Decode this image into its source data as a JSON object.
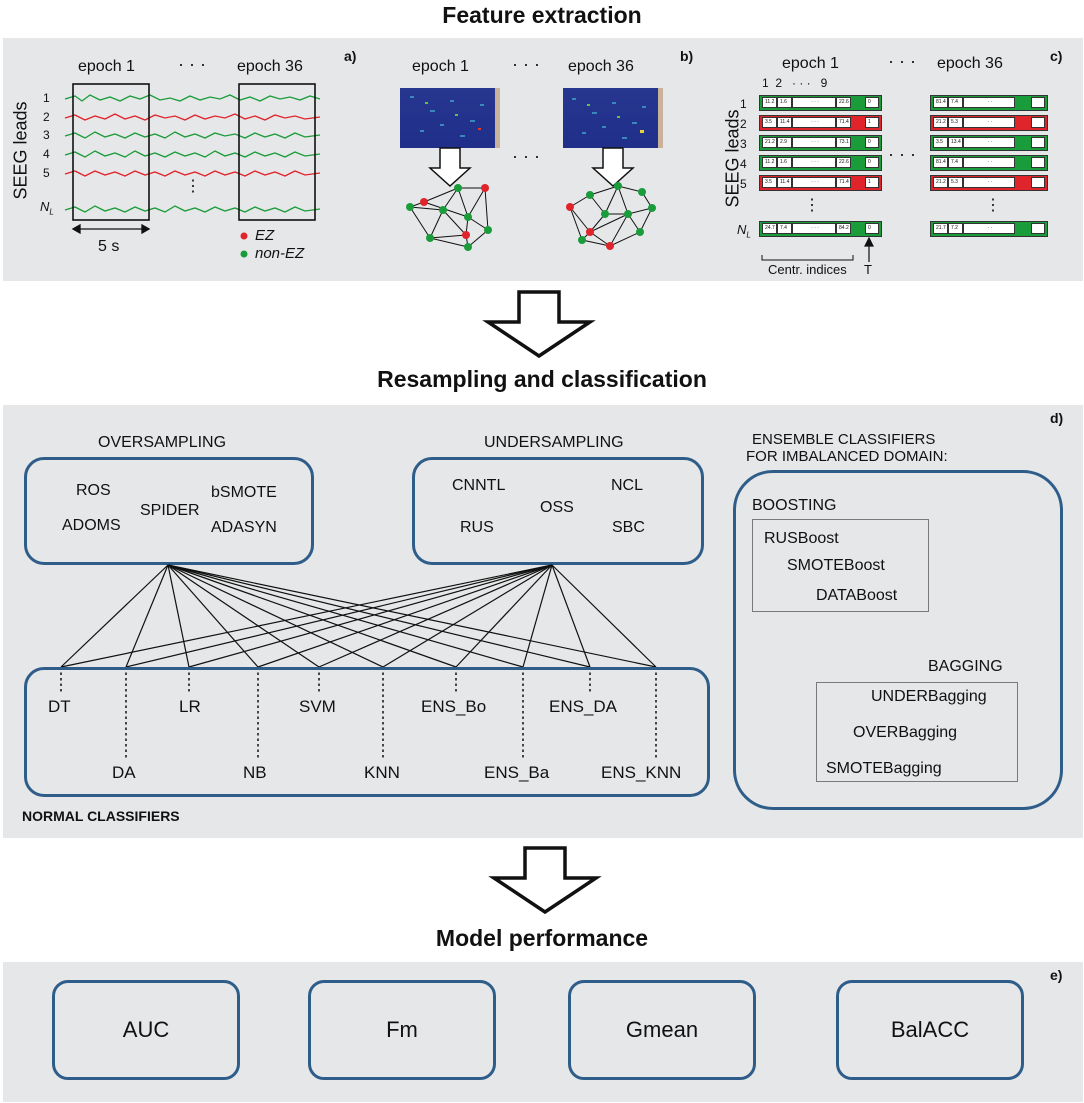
{
  "titles": {
    "feature": "Feature extraction",
    "resampling": "Resampling and classification",
    "performance": "Model performance"
  },
  "panel_a": {
    "label": "a)",
    "epoch_first": "epoch 1",
    "epoch_last": "epoch 36",
    "dots": "· · ·",
    "ylabel": "SEEG leads",
    "leads": [
      "1",
      "2",
      "3",
      "4",
      "5"
    ],
    "vdots": "⋮",
    "nl": "N",
    "nl_sub": "L",
    "duration": "5 s",
    "legend_ez": "EZ",
    "legend_nonez": "non-EZ",
    "colors": {
      "ez": "#e0242b",
      "nonez": "#1a9c3a"
    }
  },
  "panel_b": {
    "label": "b)",
    "epoch_first": "epoch 1",
    "epoch_last": "epoch 36",
    "dots": "· · ·"
  },
  "panel_c": {
    "label": "c)",
    "epoch_first": "epoch 1",
    "epoch_last": "epoch 36",
    "dots": "· · ·",
    "col_idx": "1  2   · · ·   9",
    "ylabel": "SEEG leads",
    "leads": [
      "1",
      "2",
      "3",
      "4",
      "5"
    ],
    "nl": "N",
    "nl_sub": "L",
    "centr": "Centr. indices",
    "t": "T",
    "rows1": [
      {
        "v1": "11.2",
        "v2": "1.6",
        "v9": "22.6",
        "t": "0",
        "ez": false
      },
      {
        "v1": "3.5",
        "v2": "11.4",
        "v9": "71.4",
        "t": "1",
        "ez": true
      },
      {
        "v1": "21.2",
        "v2": "2.9",
        "v9": "73.1",
        "t": "0",
        "ez": false
      },
      {
        "v1": "11.2",
        "v2": "1.6",
        "v9": "22.6",
        "t": "0",
        "ez": false
      },
      {
        "v1": "3.5",
        "v2": "11.4",
        "v9": "71.4",
        "t": "1",
        "ez": true
      }
    ],
    "row_nl1": {
      "v1": "24.7",
      "v2": "7.4",
      "v9": "84.2",
      "t": "0"
    },
    "rows36": [
      {
        "v1": "81.4",
        "v2": "7.4",
        "ez": false
      },
      {
        "v1": "21.2",
        "v2": "5.3",
        "ez": true
      },
      {
        "v1": "3.5",
        "v2": "13.4",
        "ez": false
      },
      {
        "v1": "81.4",
        "v2": "7.4",
        "ez": false
      },
      {
        "v1": "21.2",
        "v2": "5.3",
        "ez": true
      }
    ],
    "row_nl36": {
      "v1": "21.7",
      "v2": "7.2"
    },
    "ellipsis": "· · ·"
  },
  "panel_d": {
    "label": "d)",
    "oversampling": {
      "title": "OVERSAMPLING",
      "items": [
        "ROS",
        "SPIDER",
        "bSMOTE",
        "ADOMS",
        "ADASYN"
      ]
    },
    "undersampling": {
      "title": "UNDERSAMPLING",
      "items": [
        "CNNTL",
        "OSS",
        "NCL",
        "RUS",
        "SBC"
      ]
    },
    "normal": {
      "title": "NORMAL CLASSIFIERS",
      "items": [
        "DT",
        "DA",
        "LR",
        "NB",
        "SVM",
        "KNN",
        "ENS_Bo",
        "ENS_Ba",
        "ENS_DA",
        "ENS_KNN"
      ]
    },
    "ensemble": {
      "title_line1": "ENSEMBLE CLASSIFIERS",
      "title_line2": "FOR IMBALANCED DOMAIN:",
      "boosting": {
        "title": "BOOSTING",
        "items": [
          "RUSBoost",
          "SMOTEBoost",
          "DATABoost"
        ]
      },
      "bagging": {
        "title": "BAGGING",
        "items": [
          "UNDERBagging",
          "OVERBagging",
          "SMOTEBagging"
        ]
      }
    }
  },
  "panel_e": {
    "label": "e)",
    "metrics": [
      "AUC",
      "Fm",
      "Gmean",
      "BalACC"
    ]
  }
}
